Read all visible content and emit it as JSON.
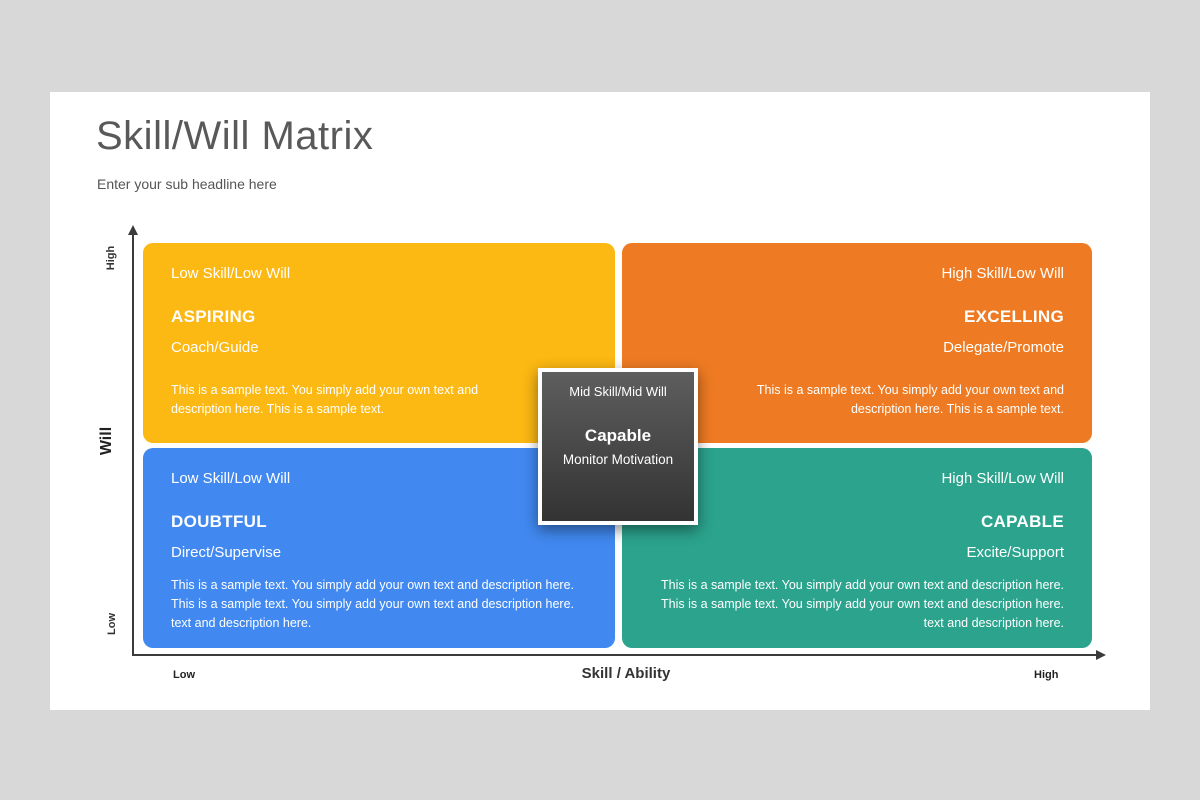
{
  "slide": {
    "title": "Skill/Will Matrix",
    "subtitle": "Enter your sub headline here"
  },
  "axes": {
    "y_title": "Will",
    "y_top_label": "High",
    "y_bottom_label": "Low",
    "x_title": "Skill / Ability",
    "x_left_label": "Low",
    "x_right_label": "High"
  },
  "quadrants": [
    {
      "position": "top-left",
      "level": "Low Skill/Low Will",
      "name": "ASPIRING",
      "action": "Coach/Guide",
      "description": "This is a sample text. You simply add your own text and description here. This is a sample text.",
      "color": "#FCB813"
    },
    {
      "position": "top-right",
      "level": "High Skill/Low Will",
      "name": "EXCELLING",
      "action": "Delegate/Promote",
      "description": "This is a sample text. You simply add your own text and description here. This is a sample text.",
      "color": "#EE7B23"
    },
    {
      "position": "bottom-left",
      "level": "Low Skill/Low Will",
      "name": "DOUBTFUL",
      "action": "Direct/Supervise",
      "description": "This is a sample text. You simply add your own text and description here. This is a sample text. You simply add your own text and description here. text and description here.",
      "color": "#4189F0"
    },
    {
      "position": "bottom-right",
      "level": "High Skill/Low Will",
      "name": "CAPABLE",
      "action": "Excite/Support",
      "description": "This is a sample text. You simply add your own text and description here. This is a sample text. You simply add your own text and description here. text and description here.",
      "color": "#2BA38D"
    }
  ],
  "center": {
    "level": "Mid Skill/Mid Will",
    "name": "Capable",
    "action": "Monitor Motivation"
  },
  "colors": {
    "page_background": "#D8D8D8",
    "slide_background": "#FFFFFF",
    "title_text": "#595959",
    "axis": "#3B3B3B",
    "quadrant_text": "#FFFFFF",
    "center_gradient_top": "#5E5E5E",
    "center_gradient_bottom": "#333333",
    "center_border": "#FFFFFF"
  }
}
